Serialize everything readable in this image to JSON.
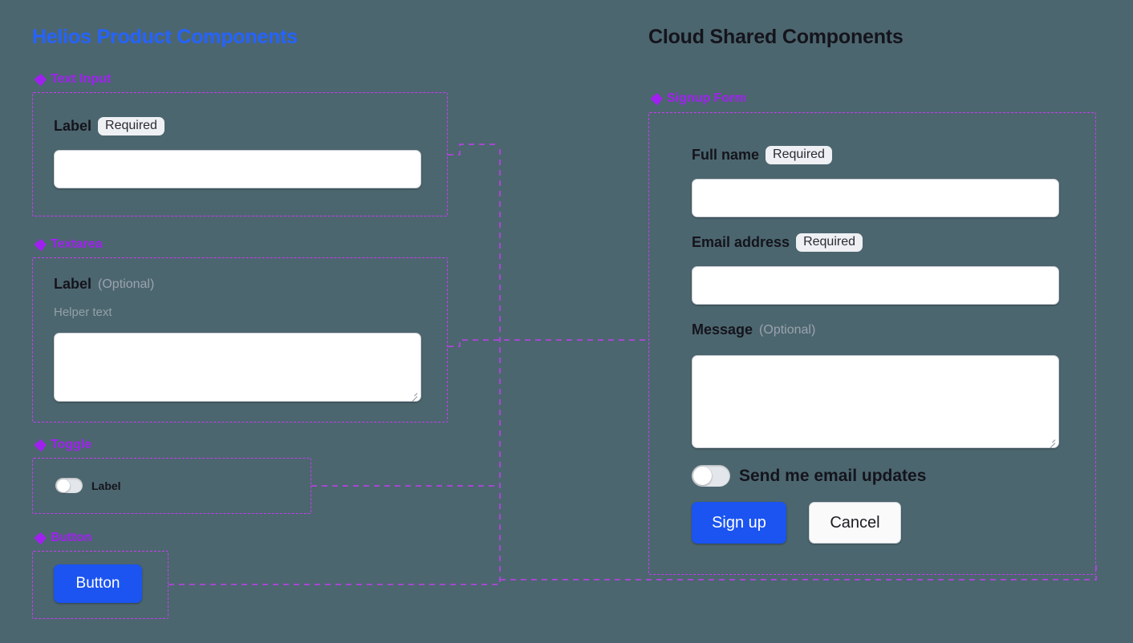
{
  "theme": {
    "background": "#4c666f",
    "accent_blue": "#2563ff",
    "accent_purple": "#a020f0",
    "frame_dashed": "#c23ef0",
    "primary_button": "#1b54f0",
    "badge_bg": "#eef0f3",
    "muted_text": "#93a0a8"
  },
  "left_panel": {
    "title": "Helios Product Components",
    "groups": [
      {
        "icon": "component-diamond-icon",
        "name": "Text Input",
        "field": {
          "label": "Label",
          "badge": "Required",
          "input_value": "",
          "input_placeholder": ""
        }
      },
      {
        "icon": "component-diamond-icon",
        "name": "Textarea",
        "field": {
          "label": "Label",
          "badge": "(Optional)",
          "helper": "Helper text",
          "input_value": "",
          "input_placeholder": ""
        }
      },
      {
        "icon": "component-diamond-icon",
        "name": "Toggle",
        "field": {
          "label": "Label",
          "state": "off"
        }
      },
      {
        "icon": "component-diamond-icon",
        "name": "Button",
        "field": {
          "label": "Button"
        }
      }
    ]
  },
  "right_panel": {
    "title": "Cloud Shared Components",
    "group": {
      "icon": "component-diamond-icon",
      "name": "Signup Form",
      "fields": [
        {
          "label": "Full name",
          "badge": "Required",
          "value": "",
          "placeholder": ""
        },
        {
          "label": "Email address",
          "badge": "Required",
          "value": "",
          "placeholder": ""
        },
        {
          "label": "Message",
          "badge": "(Optional)",
          "value": "",
          "placeholder": ""
        }
      ],
      "toggle": {
        "label": "Send me email updates",
        "state": "off"
      },
      "actions": {
        "primary": "Sign up",
        "secondary": "Cancel"
      }
    }
  }
}
